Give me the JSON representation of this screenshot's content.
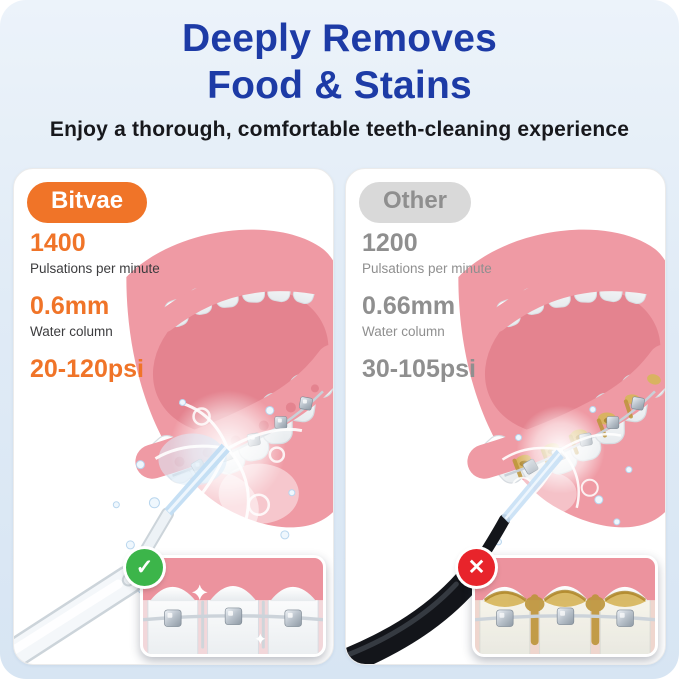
{
  "header": {
    "title_line1": "Deeply Removes",
    "title_line2": "Food & Stains",
    "subtitle": "Enjoy a thorough, comfortable teeth-cleaning experience"
  },
  "cards": [
    {
      "brand": "Bitvae",
      "accent_color": "#F07428",
      "stats": [
        {
          "value": "1400",
          "label": "Pulsations per minute"
        },
        {
          "value": "0.6mm",
          "label": "Water column"
        },
        {
          "value": "20-120psi",
          "label": ""
        }
      ],
      "result": "check"
    },
    {
      "brand": "Other",
      "accent_color": "#8F8F8F",
      "stats": [
        {
          "value": "1200",
          "label": "Pulsations per minute"
        },
        {
          "value": "0.66mm",
          "label": "Water column"
        },
        {
          "value": "30-105psi",
          "label": ""
        }
      ],
      "result": "cross"
    }
  ],
  "icons": {
    "check": "✓",
    "cross": "✕"
  },
  "colors": {
    "title_blue": "#1D3BA6",
    "background_blue": "#E0EBF6",
    "check_green": "#3CB54A",
    "cross_red": "#E8242B",
    "badge_gray_bg": "#D9D9D9"
  }
}
